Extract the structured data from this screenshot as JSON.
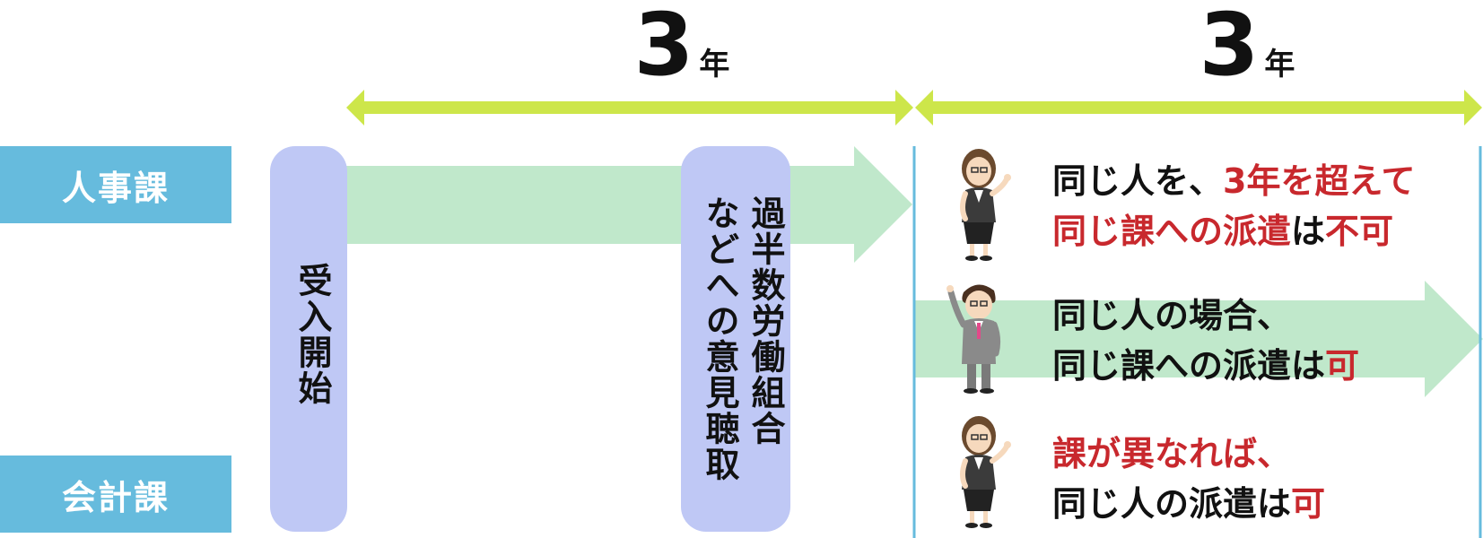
{
  "periods": [
    {
      "number": "3",
      "unit": "年"
    },
    {
      "number": "3",
      "unit": "年"
    }
  ],
  "departments": {
    "top": "人事課",
    "bottom": "会計課"
  },
  "milestones": {
    "start": "受入開始",
    "hearing_line1": "過半数労働組合",
    "hearing_line2": "などへの意見聴取"
  },
  "rules": [
    {
      "line1_a": "同じ人を、",
      "line1_b": "3年を超えて",
      "line2_a": "同じ課への派遣",
      "line2_b": "は",
      "line2_c": "不可"
    },
    {
      "line1": "同じ人の場合、",
      "line2_a": "同じ課への派遣は",
      "line2_b": "可"
    },
    {
      "line1": "課が異なれば、",
      "line2_a": "同じ人の派遣は",
      "line2_b": "可"
    }
  ],
  "colors": {
    "dept_box": "#66bbdd",
    "period_arrow": "#cde64a",
    "flow_arrow": "#c0e8cb",
    "pill": "#bfc8f5",
    "divider": "#66bbdd",
    "emphasis": "#c8282d"
  },
  "icons": [
    "female-worker-icon",
    "male-worker-icon",
    "female-worker-icon"
  ]
}
